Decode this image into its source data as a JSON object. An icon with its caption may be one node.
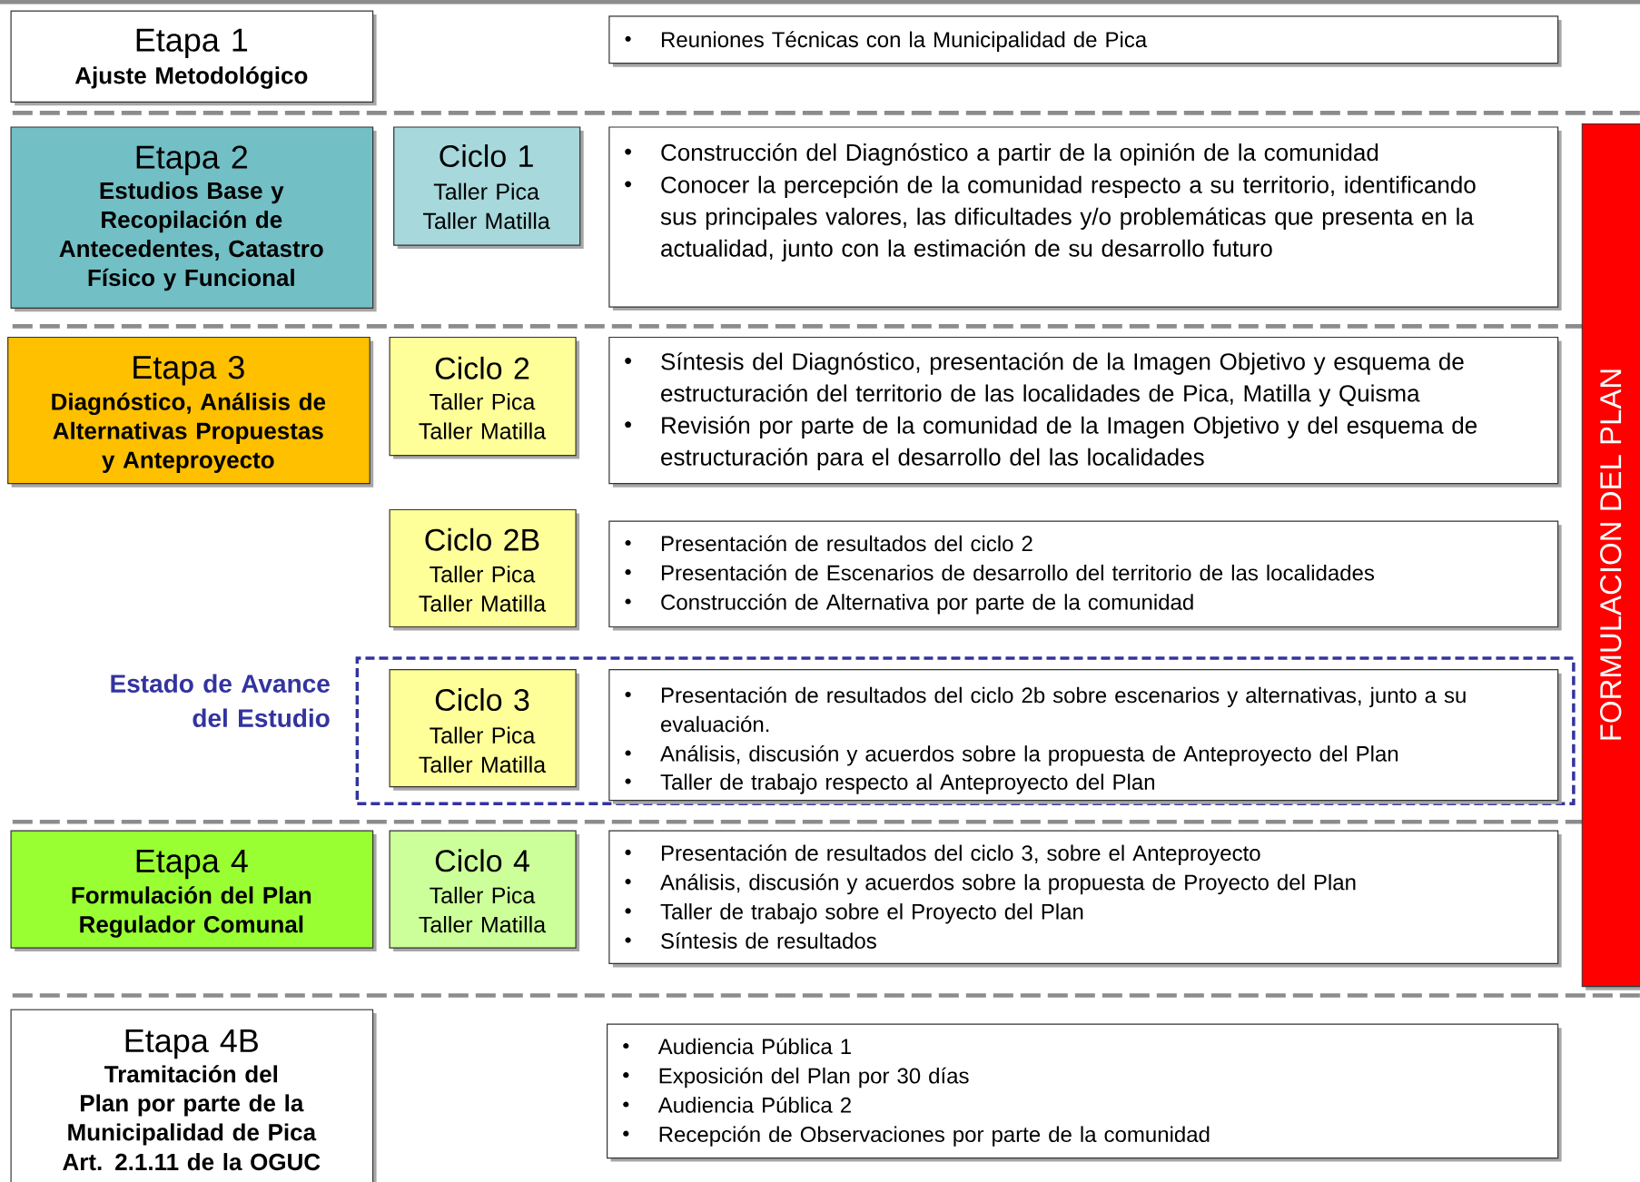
{
  "diagram": {
    "nodes": [
      {
        "text": [
          "Etapa 1",
          "Ajuste Metodológico"
        ]
      },
      {
        "text": [
          "Reuniones Técnicas con la Municipalidad de Pica"
        ]
      },
      {
        "text": [
          "Etapa 2",
          "Estudios Base y Recopilación de Antecedentes, Catastro Físico y Funcional"
        ]
      },
      {
        "text": [
          "Ciclo 1",
          "Taller Pica",
          "Taller Matilla"
        ]
      },
      {
        "text": [
          "Construcción del Diagnóstico a partir de la opinión de la comunidad",
          "Conocer la percepción de la comunidad respecto a su territorio, identificando sus principales valores, las dificultades y/o problemáticas que presenta en la actualidad, junto con la estimación de su desarrollo futuro"
        ]
      },
      {
        "text": [
          "Etapa 3",
          "Diagnóstico, Análisis de Alternativas Propuestas y Anteproyecto"
        ]
      },
      {
        "text": [
          "Ciclo 2",
          "Taller Pica",
          "Taller Matilla"
        ]
      },
      {
        "text": [
          "Síntesis del Diagnóstico, presentación de la Imagen Objetivo y esquema de estructuración del territorio de las localidades de Pica, Matilla y Quisma",
          "Revisión por parte de la comunidad de la Imagen Objetivo y del esquema de estructuración para el desarrollo del las localidades"
        ]
      },
      {
        "text": [
          "Ciclo 2B",
          "Taller Pica",
          "Taller Matilla"
        ]
      },
      {
        "text": [
          "Presentación de resultados del ciclo 2",
          "Presentación de Escenarios de desarrollo del territorio de las localidades",
          "Construcción de Alternativa por parte de la comunidad"
        ]
      },
      {
        "text": [
          "Estado de Avance del Estudio"
        ]
      },
      {
        "text": [
          "Ciclo 3",
          "Taller Pica",
          "Taller Matilla"
        ],
        "in": 10
      },
      {
        "text": [
          "Presentación de resultados del ciclo 2b sobre escenarios y alternativas, junto a su evaluación.",
          "Análisis, discusión y acuerdos sobre la propuesta de Anteproyecto del Plan",
          "Taller de trabajo respecto al Anteproyecto del Plan"
        ],
        "in": 10
      },
      {
        "text": [
          "Etapa 4",
          "Formulación del Plan Regulador Comunal"
        ]
      },
      {
        "text": [
          "Ciclo 4",
          "Taller Pica",
          "Taller Matilla"
        ]
      },
      {
        "text": [
          "Presentación de resultados del ciclo 3, sobre el Anteproyecto",
          "Análisis, discusión y acuerdos sobre la propuesta de Proyecto del Plan",
          "Taller de trabajo sobre el Proyecto del Plan",
          "Síntesis de resultados"
        ]
      },
      {
        "text": [
          "Etapa 4B",
          "Tramitación del Plan por parte de la Municipalidad de Pica",
          "Art. 2.1.11 de la OGUC"
        ]
      },
      {
        "text": [
          "Audiencia Pública 1",
          "Exposición del Plan por 30 días",
          "Audiencia Pública 2",
          "Recepción de Observaciones por parte de la comunidad"
        ]
      },
      {
        "text": [
          "FORMULACION DEL PLAN"
        ]
      }
    ]
  }
}
